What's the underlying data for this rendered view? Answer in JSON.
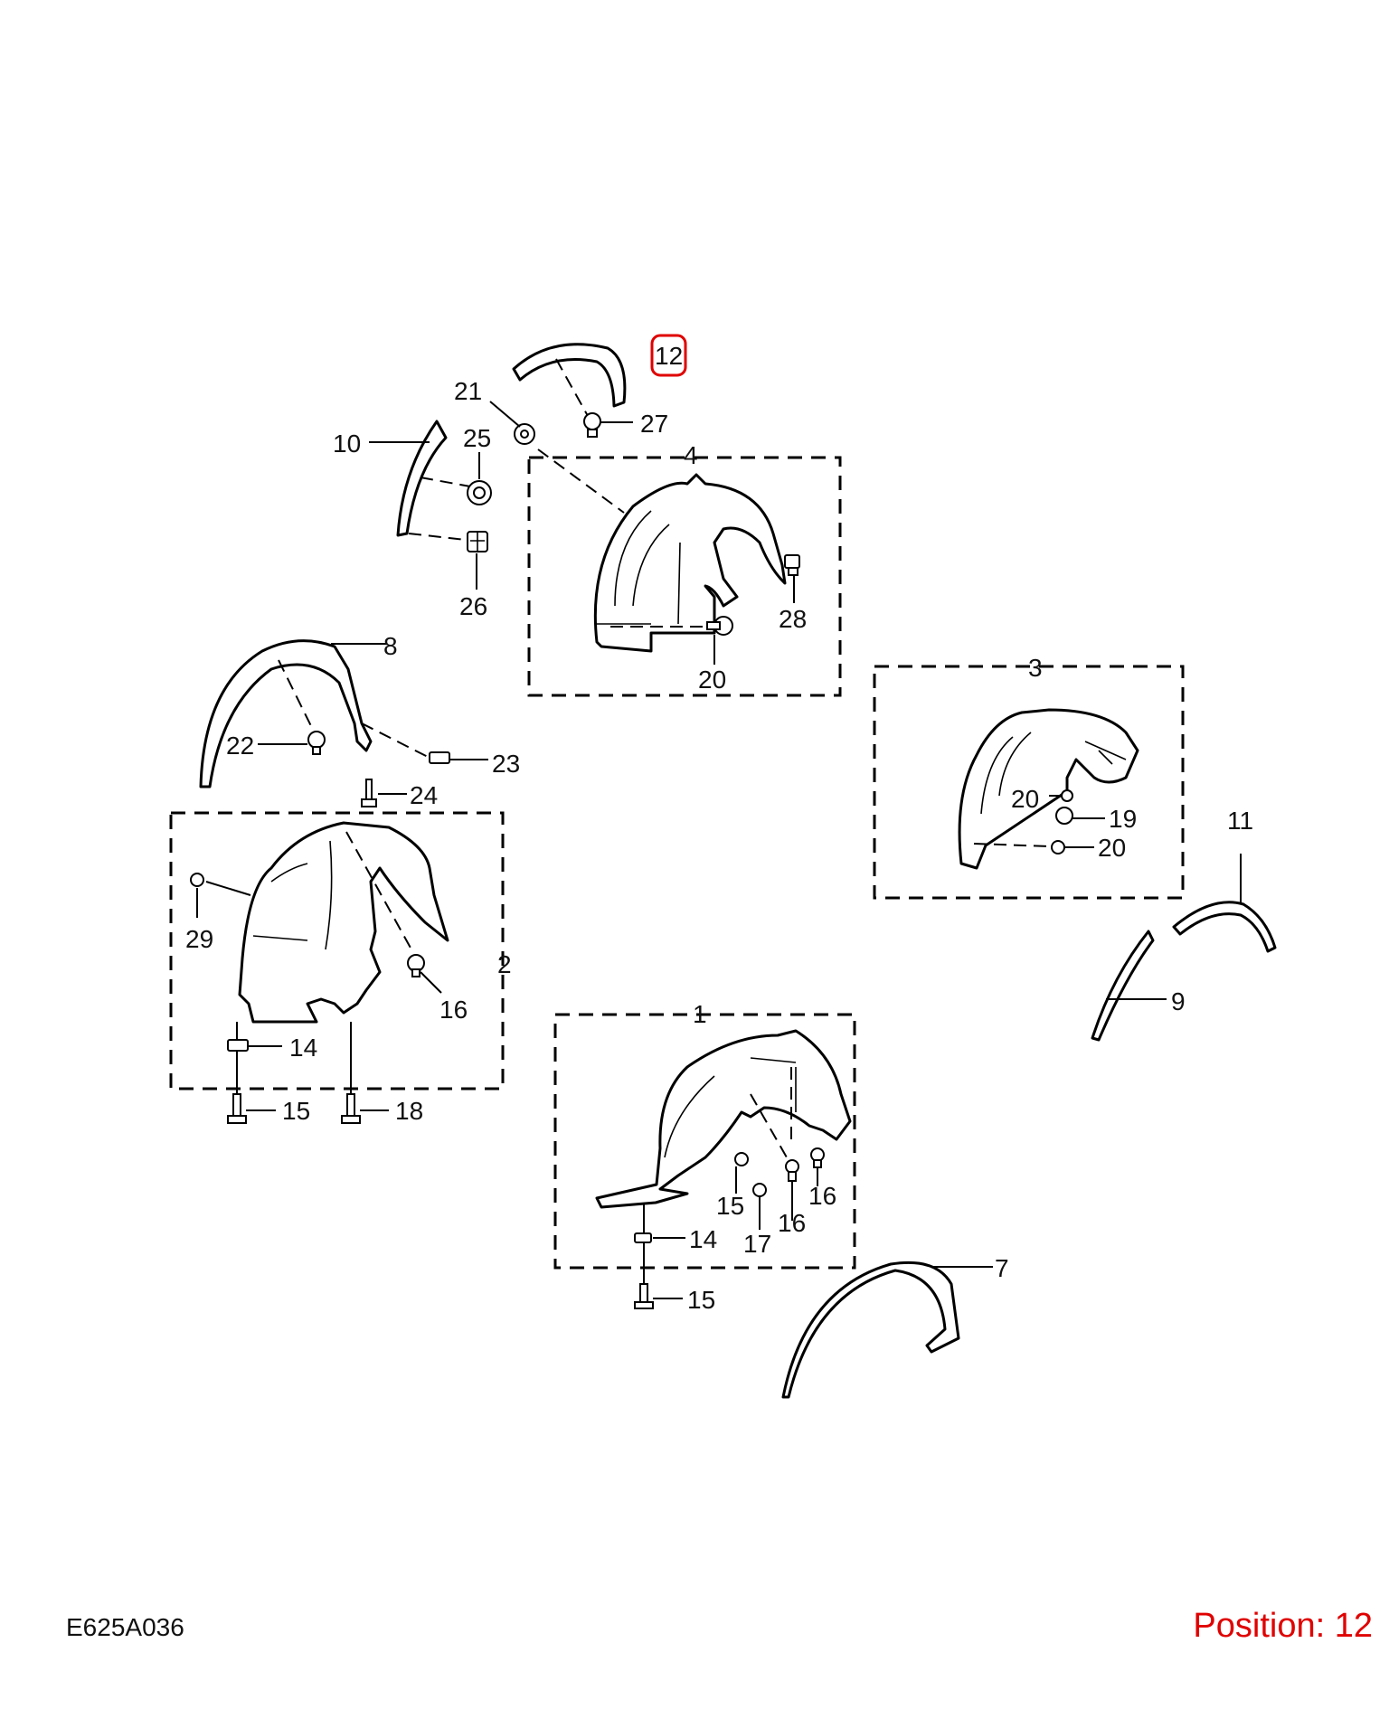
{
  "diagram": {
    "code": "E625A036",
    "position_prefix": "Position:",
    "position_value": "12",
    "highlight_color": "#e00000",
    "labels": {
      "l1": "1",
      "l2": "2",
      "l3": "3",
      "l4": "4",
      "l7": "7",
      "l8": "8",
      "l9": "9",
      "l10": "10",
      "l11": "11",
      "l12": "12",
      "l14a": "14",
      "l14b": "14",
      "l15a": "15",
      "l15b": "15",
      "l15c": "15",
      "l16a": "16",
      "l16b": "16",
      "l16c": "16",
      "l17": "17",
      "l18": "18",
      "l19": "19",
      "l20a": "20",
      "l20b": "20",
      "l20c": "20",
      "l21": "21",
      "l22": "22",
      "l23": "23",
      "l24": "24",
      "l25": "25",
      "l26": "26",
      "l27": "27",
      "l28": "28",
      "l29": "29"
    }
  }
}
